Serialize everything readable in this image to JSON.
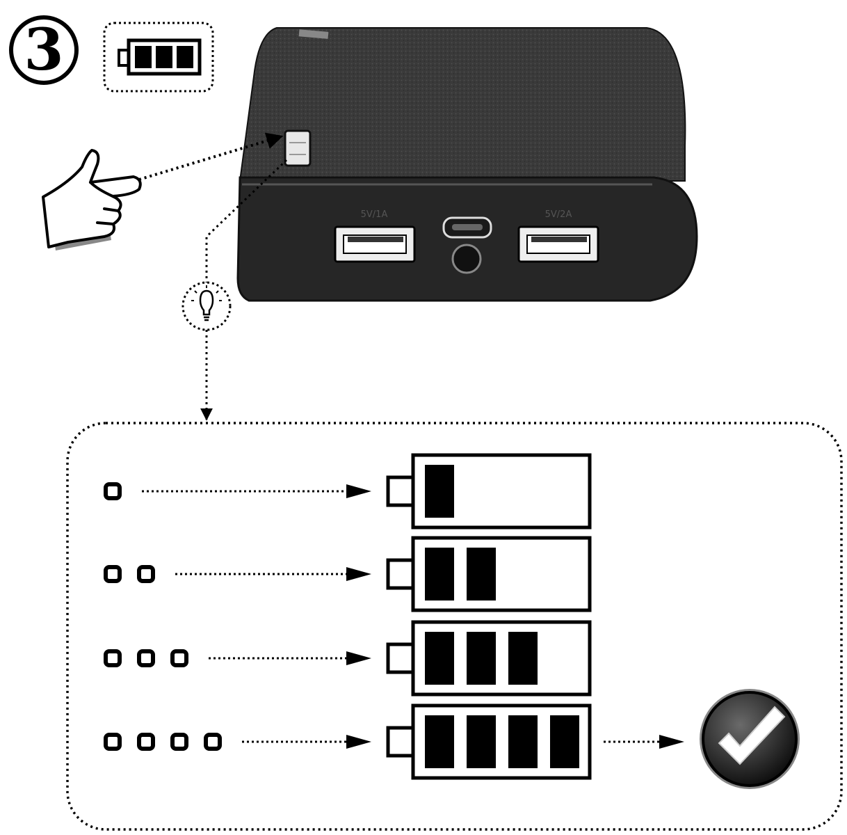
{
  "step": {
    "number": "3",
    "icon": "battery-full-icon"
  },
  "device": {
    "name": "power-bank",
    "port_left_label": "5V/1A",
    "port_right_label": "5V/2A",
    "icons": [
      "usb-port-icon",
      "micro-usb-port-icon",
      "power-button-icon",
      "led-indicator-icon"
    ]
  },
  "indicator": {
    "icon": "lightbulb-icon",
    "hand_icon": "pointing-hand-icon"
  },
  "levels": [
    {
      "leds": 1,
      "bars": 1,
      "of": 4
    },
    {
      "leds": 2,
      "bars": 2,
      "of": 4
    },
    {
      "leds": 3,
      "bars": 3,
      "of": 4
    },
    {
      "leds": 4,
      "bars": 4,
      "of": 4,
      "complete": true
    }
  ],
  "complete_icon": "checkmark-icon",
  "colors": {
    "ink": "#000000",
    "device_body": "#2b2b2b",
    "background": "#ffffff"
  }
}
